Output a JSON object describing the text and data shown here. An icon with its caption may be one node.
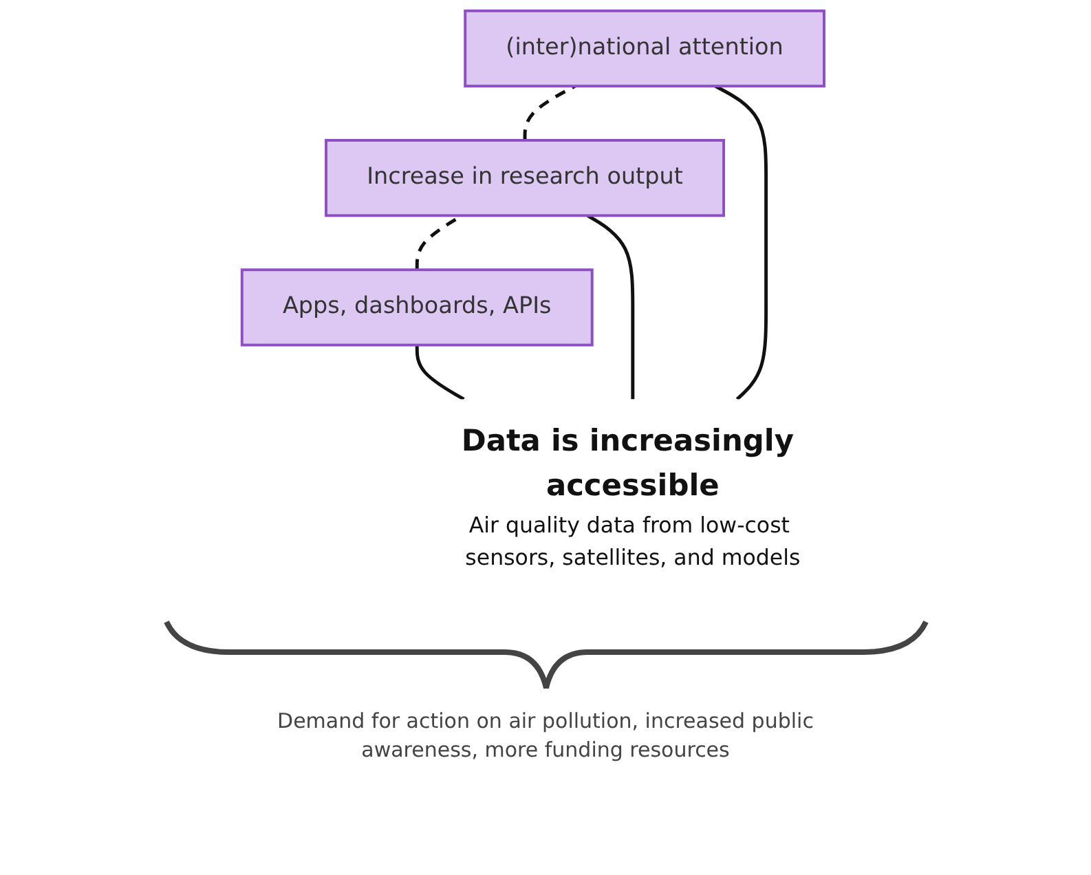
{
  "diagram": {
    "nodes": [
      {
        "text": [
          "Apps, dashboards, APIs"
        ]
      },
      {
        "text": [
          "Increase in research output"
        ]
      },
      {
        "text": [
          "(inter)national attention"
        ]
      },
      {
        "text": [
          "Data is increasingly accessible",
          "Air quality data from low-cost sensors, satellites, and models"
        ]
      }
    ],
    "edges": [
      {
        "from": 0,
        "to": 1,
        "arrow": "none",
        "style": "dashed"
      },
      {
        "from": 1,
        "to": 2,
        "arrow": "none",
        "style": "dashed"
      },
      {
        "from": 3,
        "to": 0,
        "arrow": "none"
      },
      {
        "from": 3,
        "to": 1,
        "arrow": "none"
      },
      {
        "from": 3,
        "to": 2,
        "arrow": "none"
      }
    ],
    "labels": [
      "Demand for action on air pollution, increased public awareness, more funding resources"
    ]
  }
}
